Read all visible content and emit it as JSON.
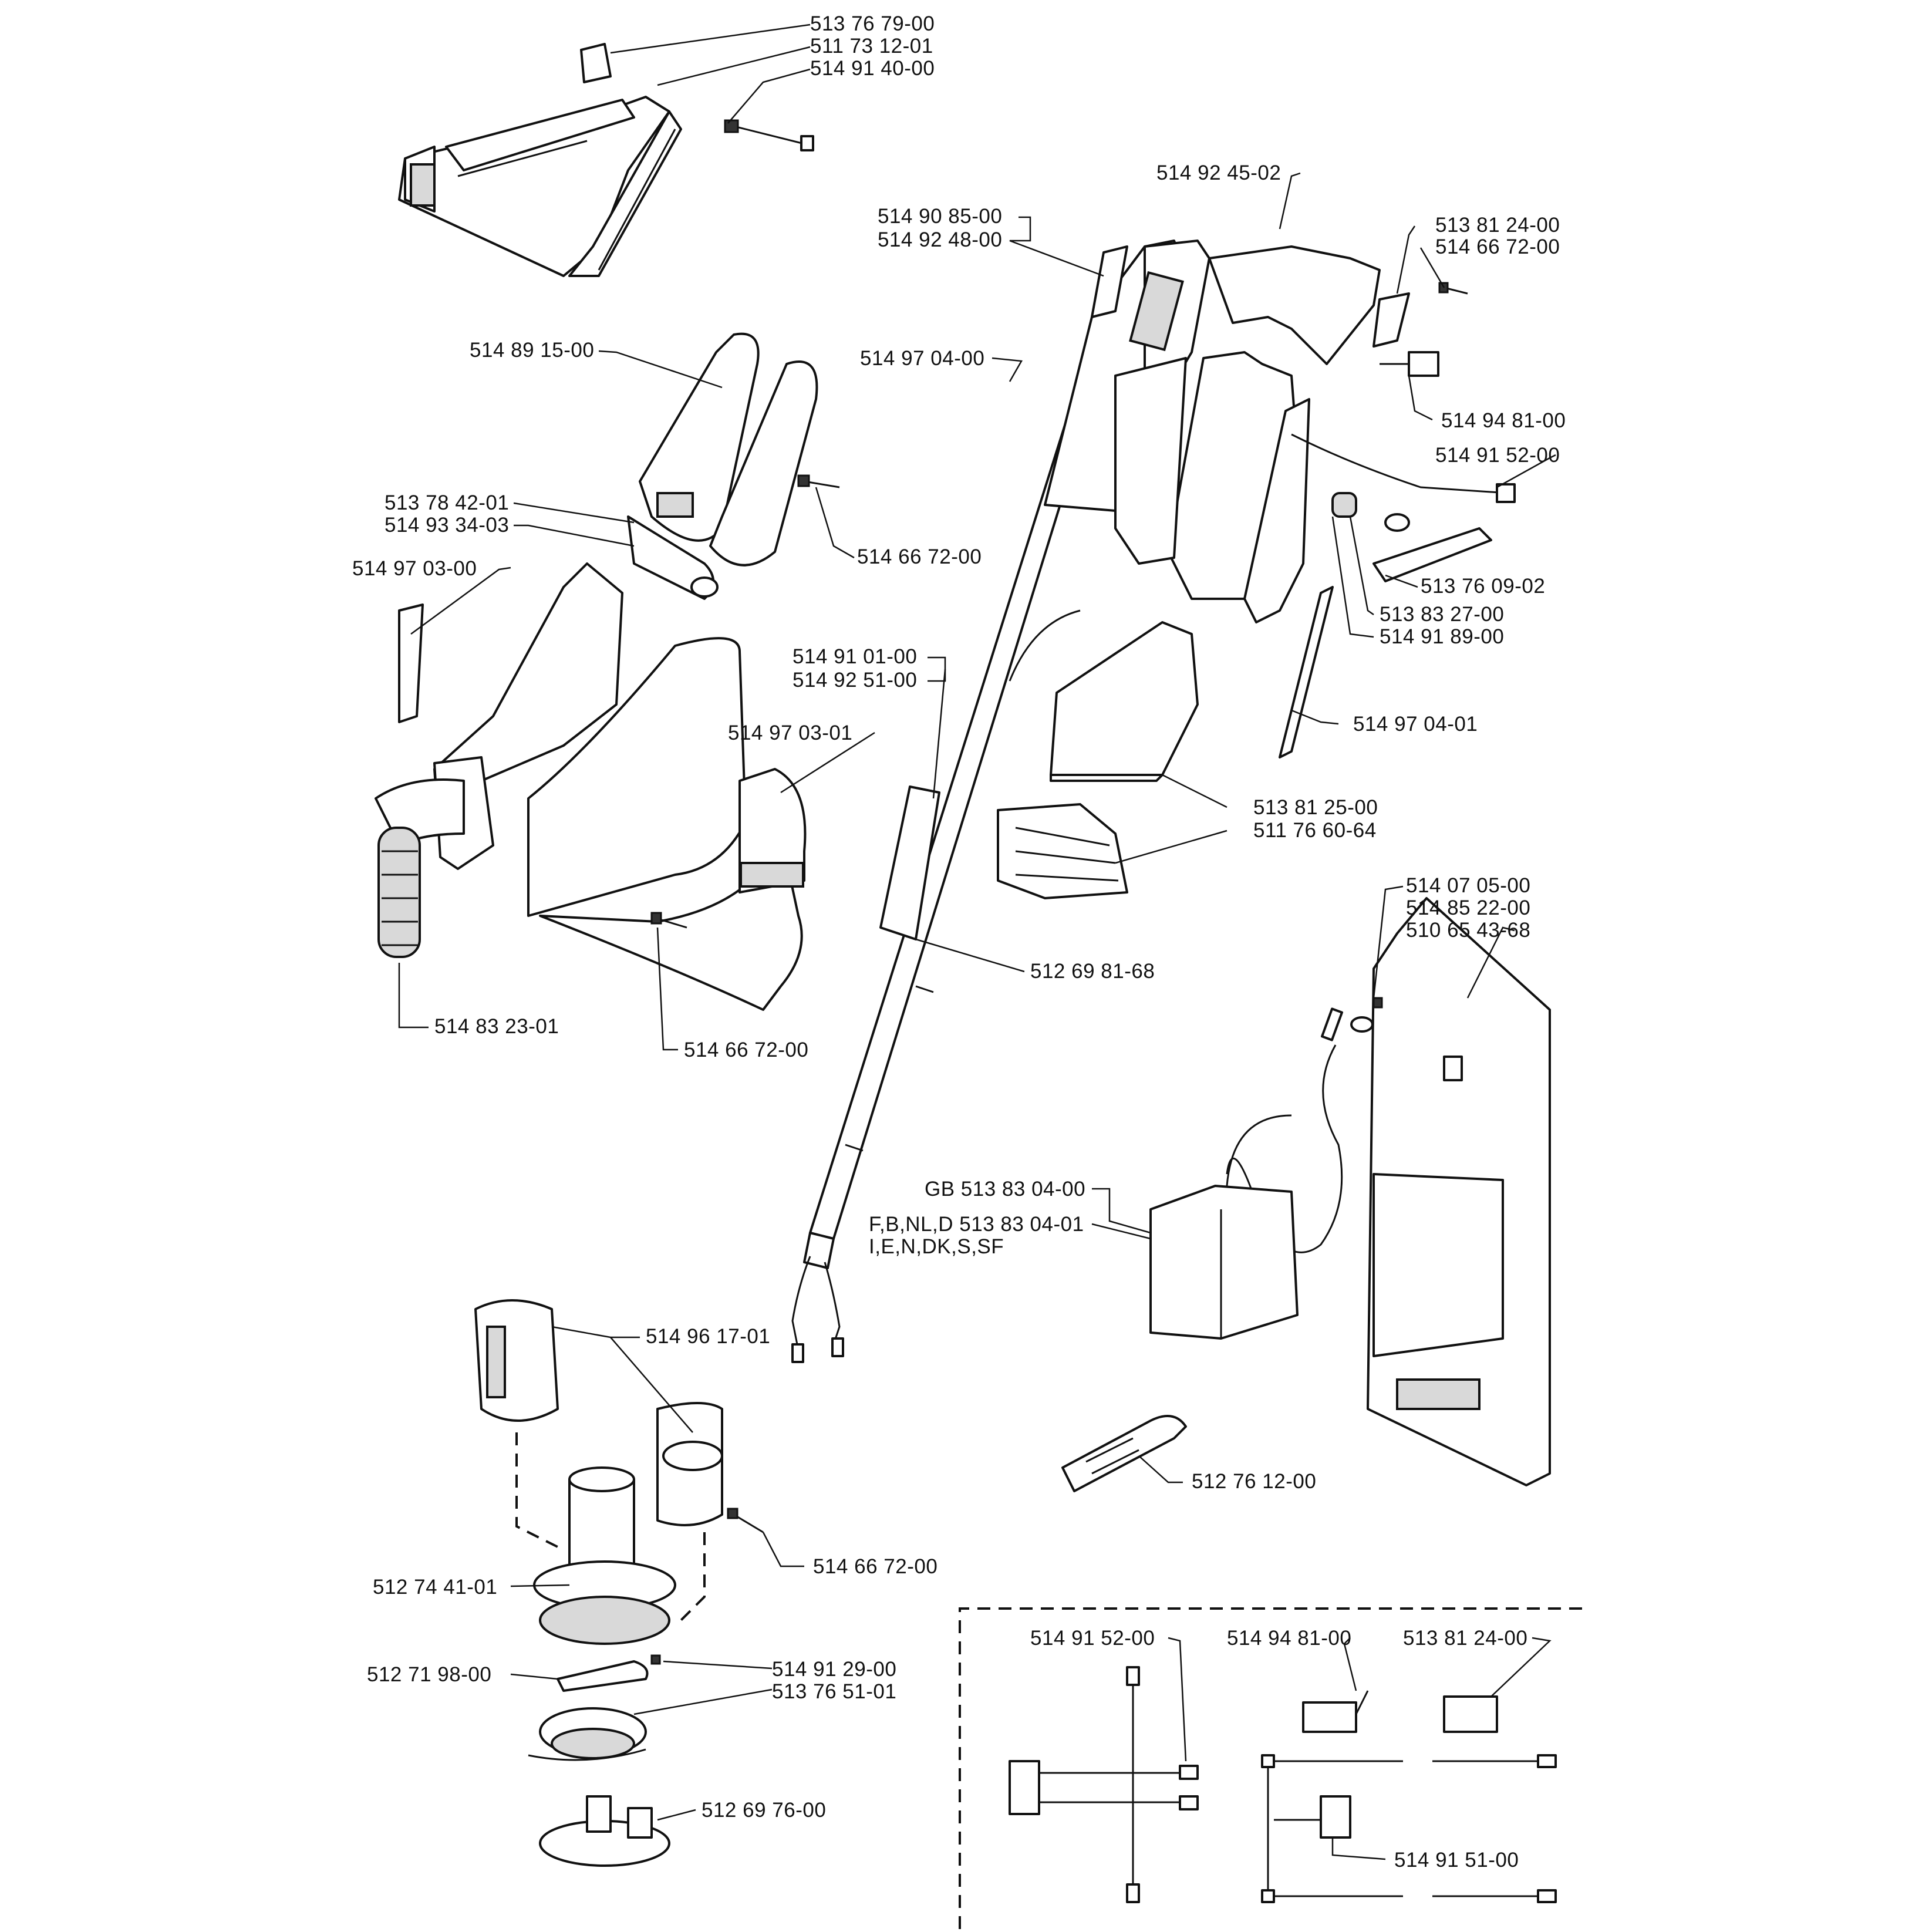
{
  "labels": [
    {
      "id": "l01",
      "text": "513 76 79-00"
    },
    {
      "id": "l02",
      "text": "511 73 12-01"
    },
    {
      "id": "l03",
      "text": "514 91 40-00"
    },
    {
      "id": "l04",
      "text": "514 92 45-02"
    },
    {
      "id": "l05",
      "text": "514 90 85-00"
    },
    {
      "id": "l06",
      "text": "514 92 48-00"
    },
    {
      "id": "l07",
      "text": "513 81 24-00"
    },
    {
      "id": "l08",
      "text": "514 66 72-00"
    },
    {
      "id": "l09",
      "text": "514 89 15-00"
    },
    {
      "id": "l10",
      "text": "514 97 04-00"
    },
    {
      "id": "l11",
      "text": "514 94 81-00"
    },
    {
      "id": "l12",
      "text": "514 91 52-00"
    },
    {
      "id": "l13",
      "text": "513 78 42-01"
    },
    {
      "id": "l14",
      "text": "514 93 34-03"
    },
    {
      "id": "l15",
      "text": "514 66 72-00"
    },
    {
      "id": "l16",
      "text": "513 76 09-02"
    },
    {
      "id": "l17",
      "text": "514 97 03-00"
    },
    {
      "id": "l18",
      "text": "513 83 27-00"
    },
    {
      "id": "l19",
      "text": "514 91 89-00"
    },
    {
      "id": "l20",
      "text": "514 91 01-00"
    },
    {
      "id": "l21",
      "text": "514 92 51-00"
    },
    {
      "id": "l22",
      "text": "514 97 04-01"
    },
    {
      "id": "l23",
      "text": "514 97 03-01"
    },
    {
      "id": "l24",
      "text": "513 81 25-00"
    },
    {
      "id": "l25",
      "text": "511 76 60-64"
    },
    {
      "id": "l26",
      "text": "514 07 05-00"
    },
    {
      "id": "l27",
      "text": "514 85 22-00"
    },
    {
      "id": "l28",
      "text": "510 65 43-68"
    },
    {
      "id": "l29",
      "text": "512 69 81-68"
    },
    {
      "id": "l30",
      "text": "514 83 23-01"
    },
    {
      "id": "l31",
      "text": "514 66 72-00"
    },
    {
      "id": "l32",
      "text": "GB 513 83 04-00"
    },
    {
      "id": "l33",
      "text": "F,B,NL,D 513 83 04-01"
    },
    {
      "id": "l34",
      "text": "I,E,N,DK,S,SF"
    },
    {
      "id": "l35",
      "text": "514 96 17-01"
    },
    {
      "id": "l36",
      "text": "512 76 12-00"
    },
    {
      "id": "l37",
      "text": "514 66 72-00"
    },
    {
      "id": "l38",
      "text": "512 74 41-01"
    },
    {
      "id": "l39",
      "text": "514 91 52-00"
    },
    {
      "id": "l40",
      "text": "514 94 81-00"
    },
    {
      "id": "l41",
      "text": "513 81 24-00"
    },
    {
      "id": "l42",
      "text": "512 71 98-00"
    },
    {
      "id": "l43",
      "text": "514 91 29-00"
    },
    {
      "id": "l44",
      "text": "513 76 51-01"
    },
    {
      "id": "l45",
      "text": "512 69 76-00"
    },
    {
      "id": "l46",
      "text": "514 91 51-00"
    }
  ]
}
